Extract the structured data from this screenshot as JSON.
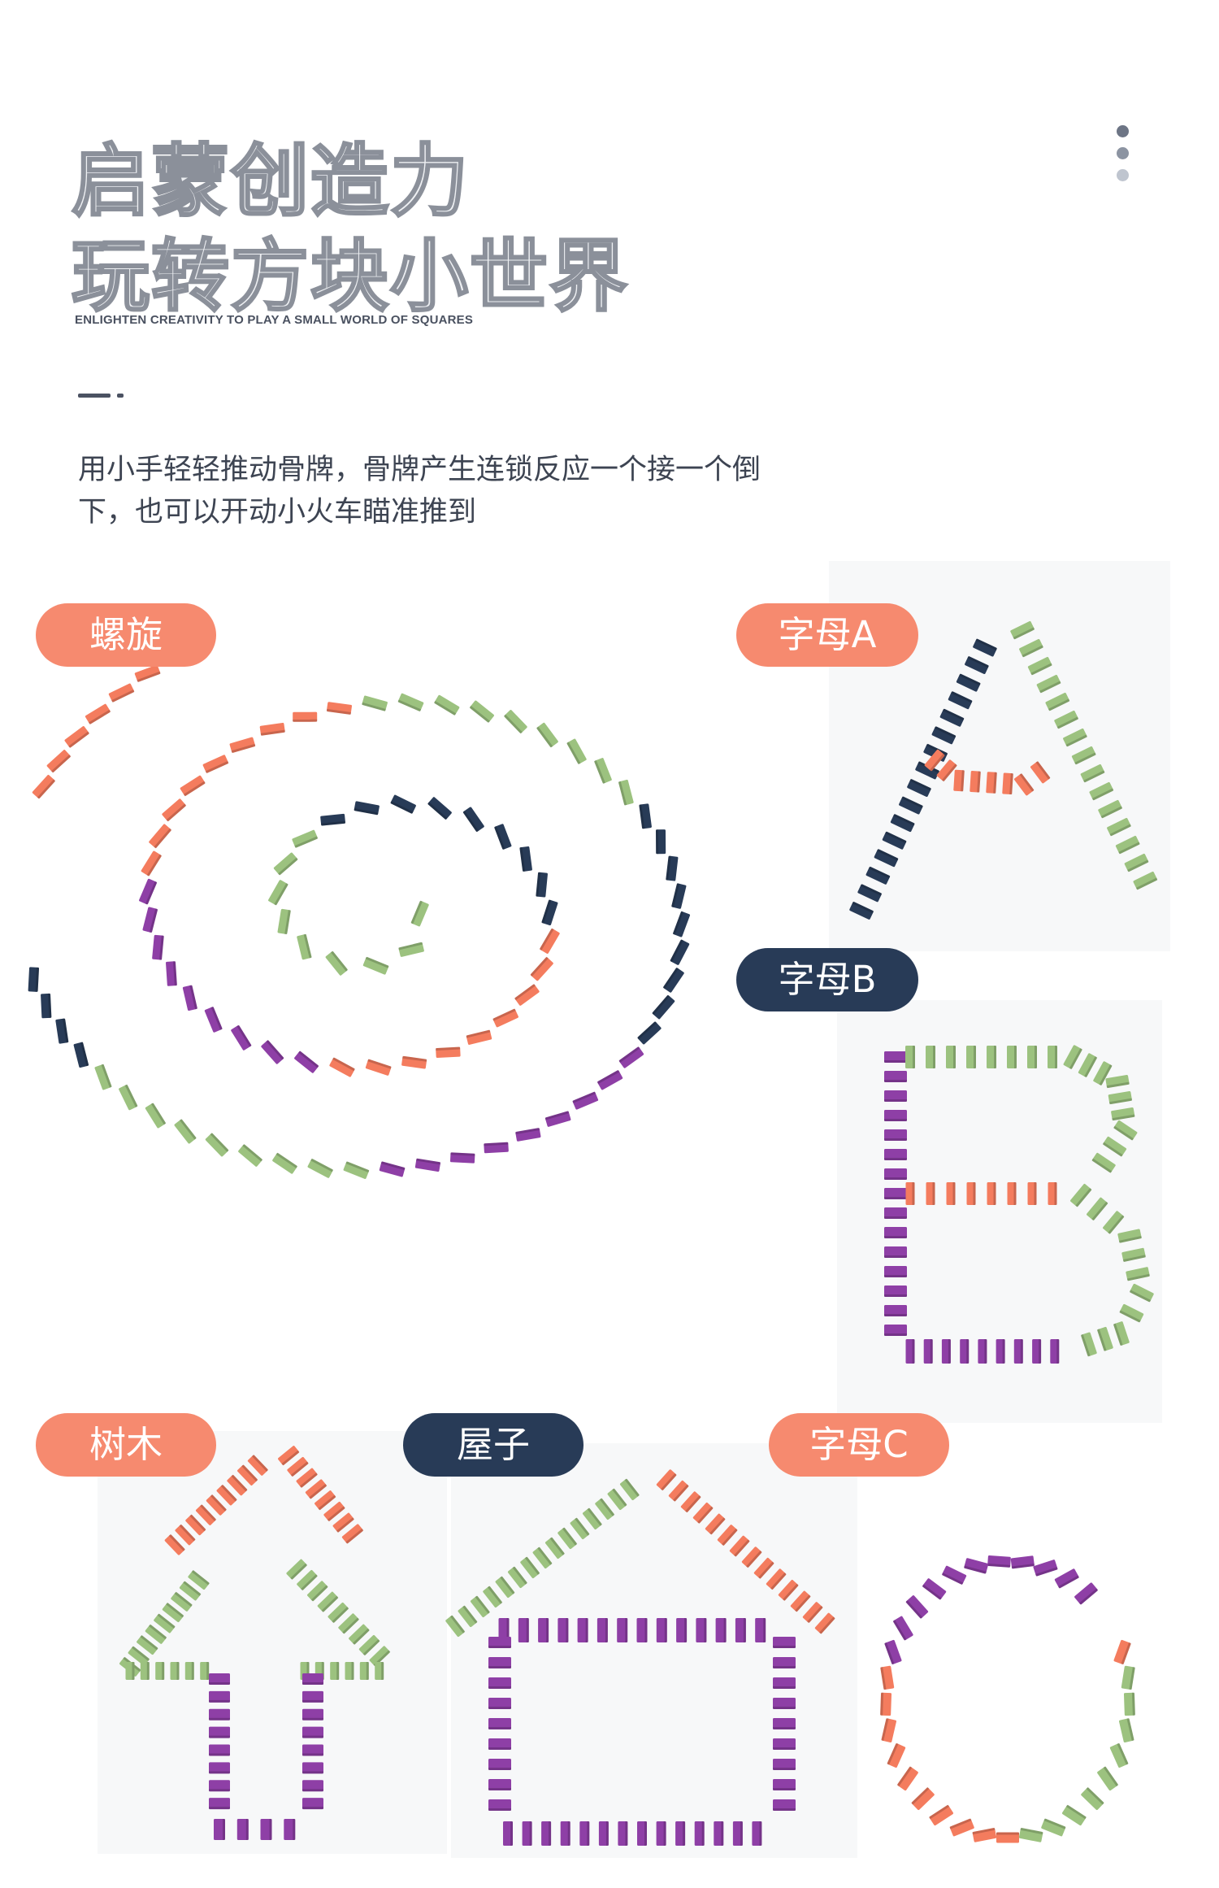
{
  "header": {
    "title_line1": "启蒙创造力",
    "title_line2": "玩转方块小世界",
    "subtitle_en": "ENLIGHTEN CREATIVITY TO PLAY A SMALL WORLD OF SQUARES",
    "description": "用小手轻轻推动骨牌，骨牌产生连锁反应一个接一个倒下，也可以开动小火车瞄准推到"
  },
  "sections": {
    "spiral_label": "螺旋",
    "letter_a_label": "字母A",
    "letter_b_label": "字母B",
    "tree_label": "树木",
    "house_label": "屋子",
    "letter_c_label": "字母C"
  },
  "colors": {
    "salmon": "#f68a6f",
    "navy": "#283b57",
    "purple": "#8e3fa6",
    "green": "#9cc27f",
    "orange": "#f47c5e",
    "dark_blue": "#1f2f4a"
  },
  "icons": {
    "menu": "vertical-dots-icon"
  }
}
